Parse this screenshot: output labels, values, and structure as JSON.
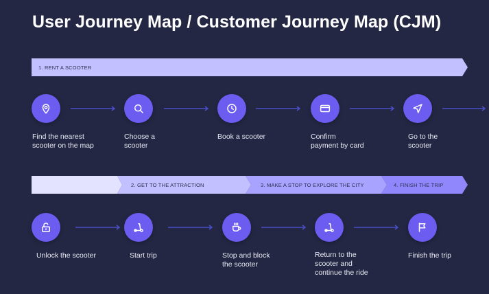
{
  "title": "User Journey Map / Customer Journey Map (CJM)",
  "stage1": {
    "label": "1. RENT A SCOOTER"
  },
  "stages2": [
    {
      "label": ""
    },
    {
      "label": "2. GET TO THE ATTRACTION"
    },
    {
      "label": "3. MAKE A STOP TO EXPLORE THE CITY"
    },
    {
      "label": "4. FINISH THE TRIP"
    }
  ],
  "row1": [
    {
      "icon": "location-pin-icon",
      "label": "Find the nearest\nscooter on the map"
    },
    {
      "icon": "search-icon",
      "label": "Choose a\nscooter"
    },
    {
      "icon": "clock-icon",
      "label": "Book a scooter"
    },
    {
      "icon": "credit-card-icon",
      "label": "Confirm\npayment by card"
    },
    {
      "icon": "navigation-arrow-icon",
      "label": "Go to the\nscooter"
    }
  ],
  "row2": [
    {
      "icon": "unlock-icon",
      "label": "Unlock the scooter"
    },
    {
      "icon": "scooter-icon",
      "label": "Start trip"
    },
    {
      "icon": "coffee-cup-icon",
      "label": "Stop and block\nthe scooter"
    },
    {
      "icon": "scooter-icon",
      "label": "Return to the\nscooter and\ncontinue the ride"
    },
    {
      "icon": "flag-icon",
      "label": "Finish the trip"
    }
  ],
  "colors": {
    "background": "#232743",
    "node": "#6d5cf0",
    "banner_light": "#e3e2ff",
    "banner_mid": "#c3c0ff",
    "banner_strong": "#a8a3ff",
    "banner_deep": "#8f87fb",
    "arrow": "#4b4fc8"
  }
}
